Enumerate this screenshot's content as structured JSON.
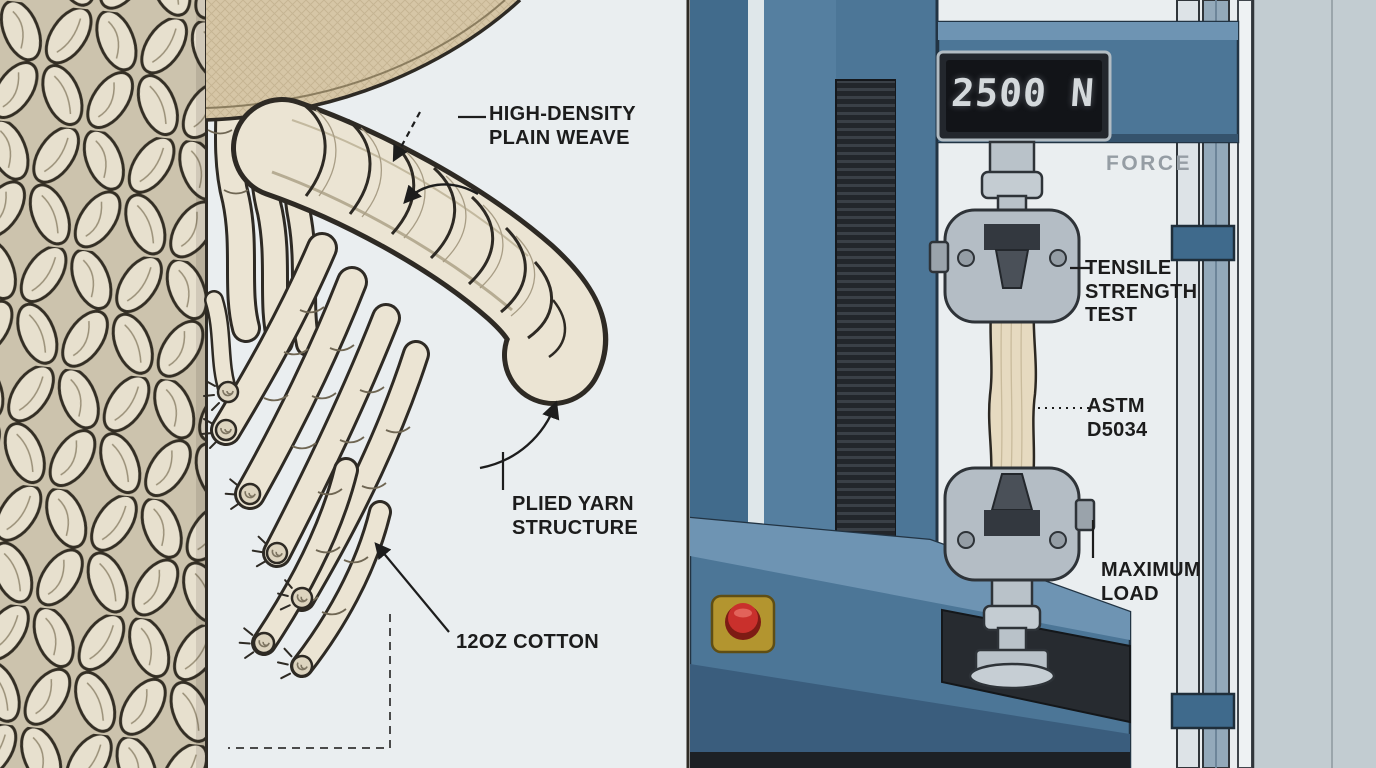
{
  "left_panel": {
    "labels": {
      "weave": "HIGH-DENSITY\nPLAIN WEAVE",
      "plied_yarn": "PLIED YARN\nSTRUCTURE",
      "cotton": "12OZ COTTON"
    }
  },
  "right_panel": {
    "display": {
      "value": "2500 N",
      "unit_label": "FORCE"
    },
    "labels": {
      "test": "TENSILE\nSTRENGTH\nTEST",
      "standard": "ASTM\nD5034",
      "max_load": "MAXIMUM\nLOAD"
    }
  },
  "colors": {
    "background": "#eaeef0",
    "machine_blue": "#4c7697",
    "machine_blue_light": "#6e94b3",
    "display_bg": "#121418",
    "digit": "#d4d9dc",
    "estop_red": "#c9302c",
    "estop_base": "#b3952f",
    "specimen_beige": "#e6dac0",
    "rope_cream": "#ebe4d3",
    "outline_dark": "#2e2a24",
    "label_text": "#1c1c1c"
  }
}
